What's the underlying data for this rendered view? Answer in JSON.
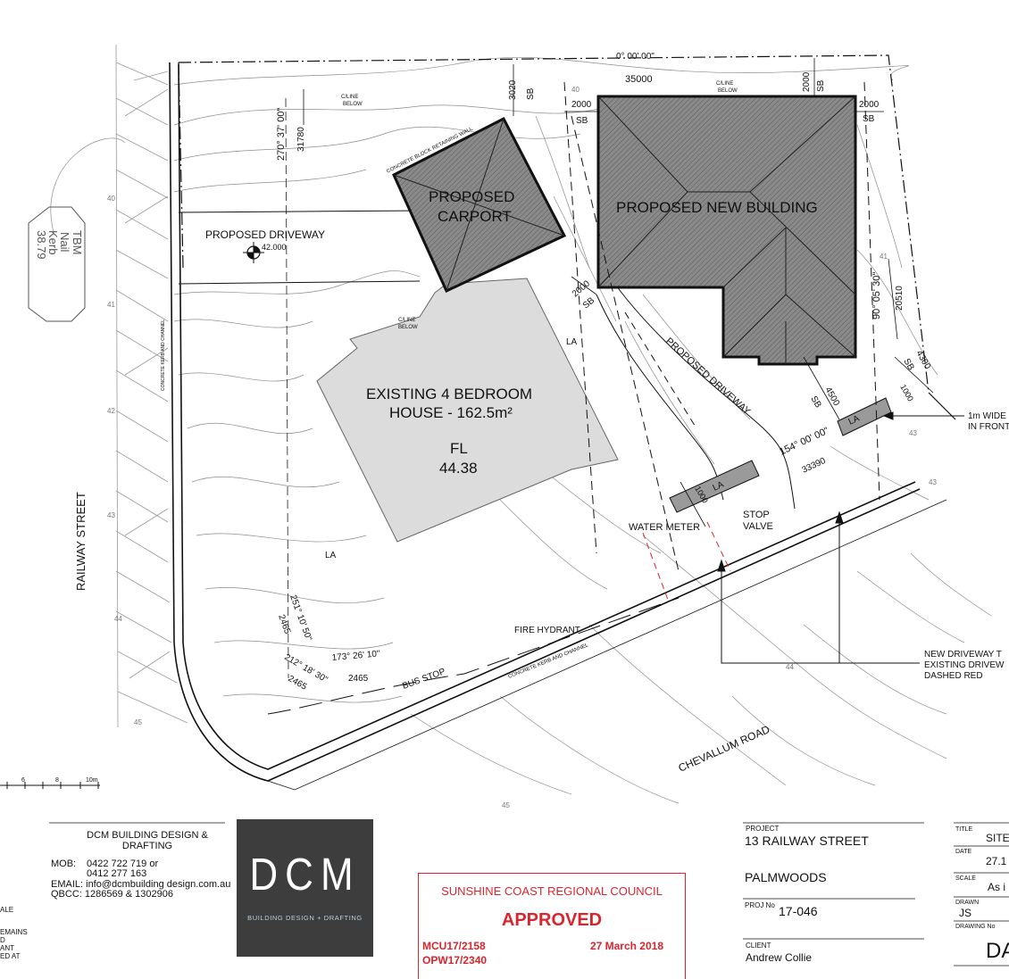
{
  "plan": {
    "bearing_top": "0° 00' 00\"",
    "dim_top": "35000",
    "left_bearing": "270° 37' 00\"",
    "left_dim": "31780",
    "right_bearing": "90° 05' 30\"",
    "right_dim": "20510",
    "front_bearing": "154° 00' 00\"",
    "front_dim": "33390",
    "curve": {
      "b1": "251° 10' 50\"",
      "d1": "2465",
      "b2": "212° 18' 30\"",
      "d2": "2465",
      "b3": "173° 26' 10\"",
      "d3": "2465"
    },
    "setbacks": {
      "sb3020": "3020",
      "sb2000_top_left": "2000",
      "sb2000_top_right": "2000",
      "sb2000_right": "2000",
      "sb2000_carport": "2000",
      "sb4300": "4300",
      "sb4500": "4500",
      "sb1000a": "1000",
      "sb1000b": "1000",
      "sb": "SB"
    },
    "labels": {
      "carport": [
        "PROPOSED",
        "CARPORT"
      ],
      "new_building": "PROPOSED NEW BUILDING",
      "existing": [
        "EXISTING 4 BEDROOM",
        "HOUSE - 162.5m²"
      ],
      "fl": [
        "FL",
        "44.38"
      ],
      "driveway_left": "PROPOSED DRIVEWAY",
      "driveway_right": "PROPOSED DRIVEWAY",
      "level_42": "42.000",
      "cline_below": [
        "C/LINE",
        "BELOW"
      ],
      "retaining_wall": "CONCRETE BLOCK RETAINING WALL",
      "kerb_left": "CONCRETE KERB AND CHANNEL",
      "kerb_bottom": "CONCRETE KERB AND CHANNEL",
      "la": "LA",
      "water_meter": "WATER METER",
      "stop_valve": [
        "STOP",
        "VALVE"
      ],
      "fire_hydrant": "FIRE HYDRANT",
      "bus_stop": "BUS STOP",
      "railway_street": "RAILWAY STREET",
      "chevallum_road": "CHEVALLUM ROAD",
      "tbm": [
        "TBM",
        "Nail",
        "Kerb",
        "38.79"
      ],
      "note_1m": [
        "1m WIDE",
        "IN FRONT"
      ],
      "note_driveway": [
        "NEW DRIVEWAY T",
        "EXISTING DRIVEW",
        "DASHED RED"
      ],
      "contours": [
        "40",
        "41",
        "42",
        "43",
        "44",
        "45",
        "40",
        "41",
        "43",
        "43",
        "44",
        "45"
      ]
    },
    "scale": {
      "ticks": [
        "6",
        "8",
        "10m"
      ]
    },
    "left_edge_text": [
      "ALE",
      "EMAINS",
      "D",
      "ANT",
      "ED AT"
    ]
  },
  "company": {
    "name": [
      "DCM BUILDING DESIGN &",
      "DRAFTING"
    ],
    "mob_label": "MOB:",
    "mob": [
      "0422 722 719 or",
      "0412 277 163"
    ],
    "email": "EMAIL: info@dcmbuilding design.com.au",
    "qbcc": "QBCC: 1286569 & 1302906",
    "logo": "DCM",
    "logo_sub": "BUILDING DESIGN + DRAFTING"
  },
  "stamp": {
    "council": "SUNSHINE COAST REGIONAL COUNCIL",
    "status": "APPROVED",
    "ref1": "MCU17/2158",
    "ref2": "OPW17/2340",
    "date": "27 March 2018",
    "color": "#d8252e"
  },
  "title_block": {
    "project_label": "PROJECT",
    "project": "13 RAILWAY STREET",
    "suburb": "PALMWOODS",
    "proj_no_label": "PROJ No",
    "proj_no": "17-046",
    "client_label": "CLIENT",
    "client": "Andrew Collie",
    "title_label": "TITLE",
    "title": "SITE",
    "date_label": "DATE",
    "date": "27.1",
    "scale_label": "SCALE",
    "scale": "As i",
    "drawn_label": "DRAWN",
    "drawn": "JS",
    "drawing_no_label": "DRAWING No",
    "drawing_no": "DA"
  }
}
